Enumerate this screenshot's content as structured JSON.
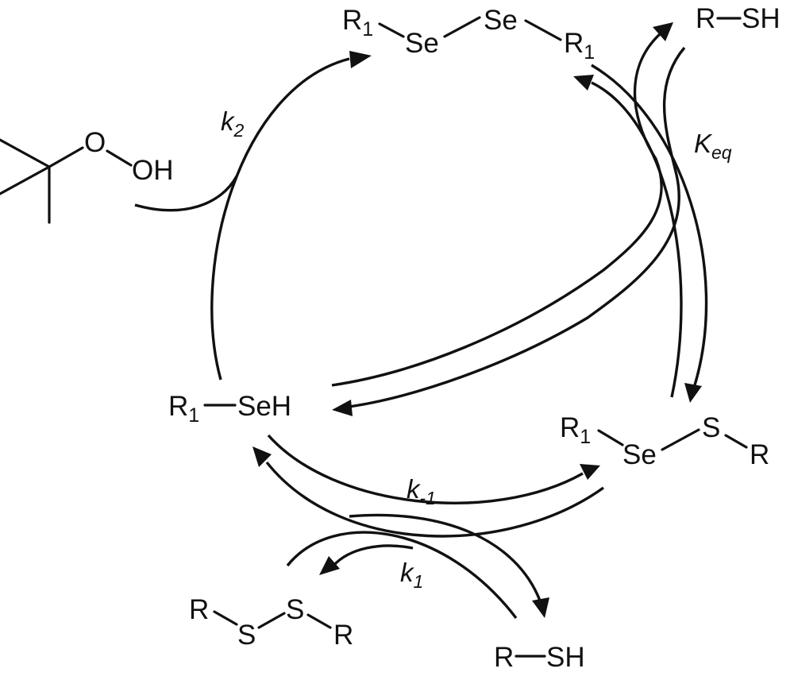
{
  "species": {
    "diselenide": {
      "r1_left": "R",
      "r1_left_sub": "1",
      "se_left": "Se",
      "se_right": "Se",
      "r1_right": "R",
      "r1_right_sub": "1"
    },
    "thiol_top": {
      "r": "R",
      "sh": "SH"
    },
    "tbhp": {
      "o1": "O",
      "oh": "OH"
    },
    "selenol": {
      "r1": "R",
      "r1_sub": "1",
      "seh": "SeH"
    },
    "selenenyl_sulfide": {
      "r1": "R",
      "r1_sub": "1",
      "se": "Se",
      "s": "S",
      "r": "R"
    },
    "disulfide": {
      "r_left": "R",
      "s_left": "S",
      "s_right": "S",
      "r_right": "R"
    },
    "thiol_bottom": {
      "r": "R",
      "sh": "SH"
    }
  },
  "rate_constants": {
    "k2": {
      "k": "k",
      "sub": "2"
    },
    "keq": {
      "k": "K",
      "sub": "eq"
    },
    "k_minus1": {
      "k": "k",
      "sub": "-1"
    },
    "k1": {
      "k": "k",
      "sub": "1"
    }
  }
}
